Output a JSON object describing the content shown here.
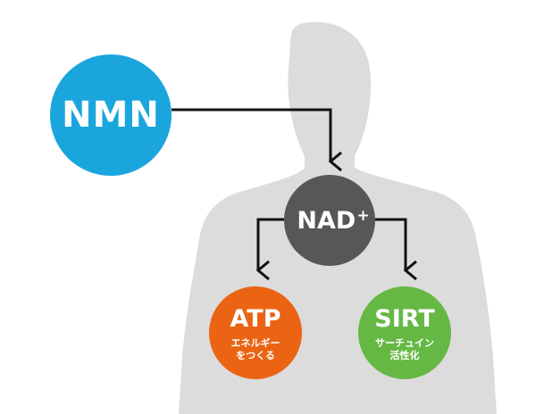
{
  "colors": {
    "nmn": "#1aa6dd",
    "nad": "#575757",
    "atp": "#ea6414",
    "sirt": "#66b845",
    "silhouette": "#dcdcdc",
    "arrow": "#111111",
    "text": "#ffffff"
  },
  "nodes": {
    "nmn": {
      "label": "NMN"
    },
    "nad": {
      "label": "NAD",
      "superscript": "+"
    },
    "atp": {
      "label": "ATP",
      "sub_line1": "エネルギー",
      "sub_line2": "をつくる"
    },
    "sirt": {
      "label": "SIRT",
      "sub_line1": "サーチュイン",
      "sub_line2": "活性化"
    }
  }
}
